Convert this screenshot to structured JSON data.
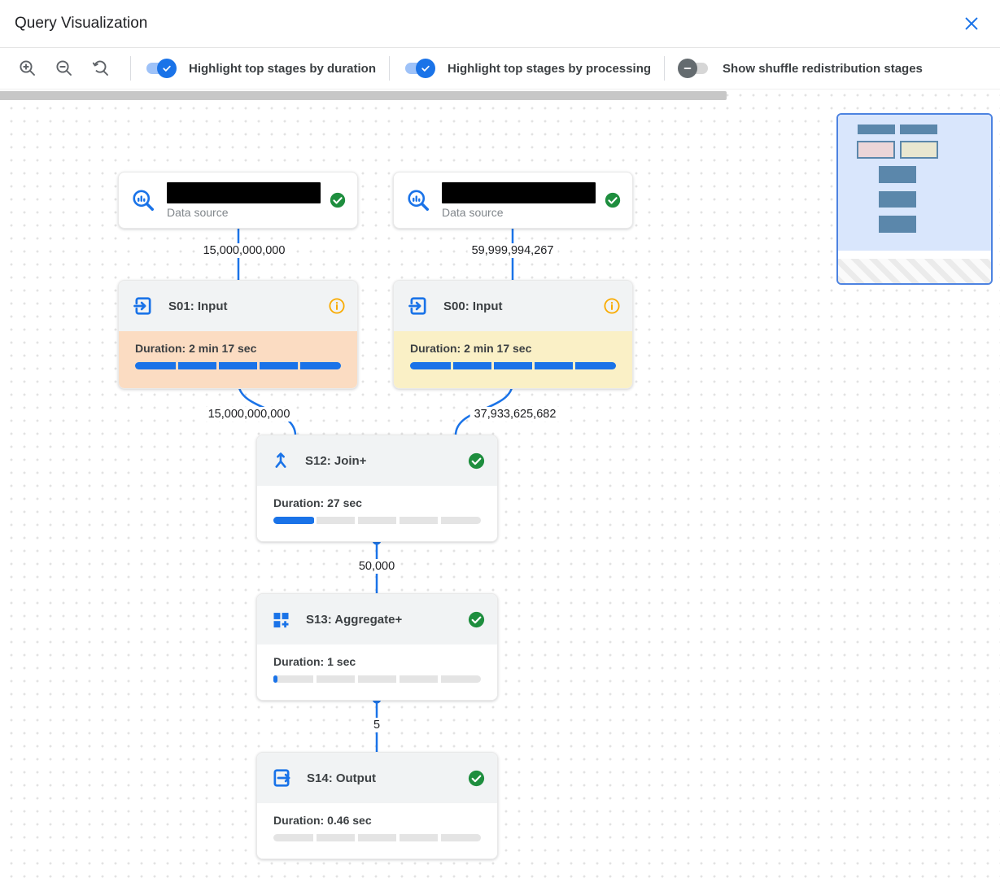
{
  "header": {
    "title": "Query Visualization"
  },
  "toolbar": {
    "zoom_controls": [
      "zoom-in",
      "zoom-out",
      "zoom-reset"
    ],
    "toggles": [
      {
        "label": "Highlight top stages by duration",
        "state": "on"
      },
      {
        "label": "Highlight top stages by processing",
        "state": "on"
      },
      {
        "label": "Show shuffle redistribution stages",
        "state": "off"
      }
    ]
  },
  "canvas": {
    "sources": [
      {
        "type_label": "Data source",
        "name_redacted": true,
        "status": "completed",
        "rows_out": "15,000,000,000"
      },
      {
        "type_label": "Data source",
        "name_redacted": true,
        "status": "completed",
        "rows_out": "59,999,994,267"
      }
    ],
    "stages": [
      {
        "title": "S01: Input",
        "duration": "Duration: 2 min 17 sec",
        "progress_pct": 100,
        "highlight": "top-by-duration",
        "status_icon": "info",
        "rows_out": "15,000,000,000"
      },
      {
        "title": "S00: Input",
        "duration": "Duration: 2 min 17 sec",
        "progress_pct": 100,
        "highlight": "top-by-processing",
        "status_icon": "info",
        "rows_out": "37,933,625,682"
      },
      {
        "title": "S12: Join+",
        "duration": "Duration: 27 sec",
        "progress_pct": 20,
        "highlight": "none",
        "status_icon": "check",
        "rows_out": "50,000"
      },
      {
        "title": "S13: Aggregate+",
        "duration": "Duration: 1 sec",
        "progress_pct": 2,
        "highlight": "none",
        "status_icon": "check",
        "rows_out": "5"
      },
      {
        "title": "S14: Output",
        "duration": "Duration: 0.46 sec",
        "progress_pct": 0,
        "highlight": "none",
        "status_icon": "check"
      }
    ]
  },
  "colors": {
    "accent_blue": "#1a73e8",
    "success_green": "#1e8e3e",
    "info_orange": "#f9ab00",
    "duration_highlight_peach": "#fbdcc2",
    "processing_highlight_yellow": "#faf0c6",
    "minimap_node_slate": "#5b87ab"
  }
}
